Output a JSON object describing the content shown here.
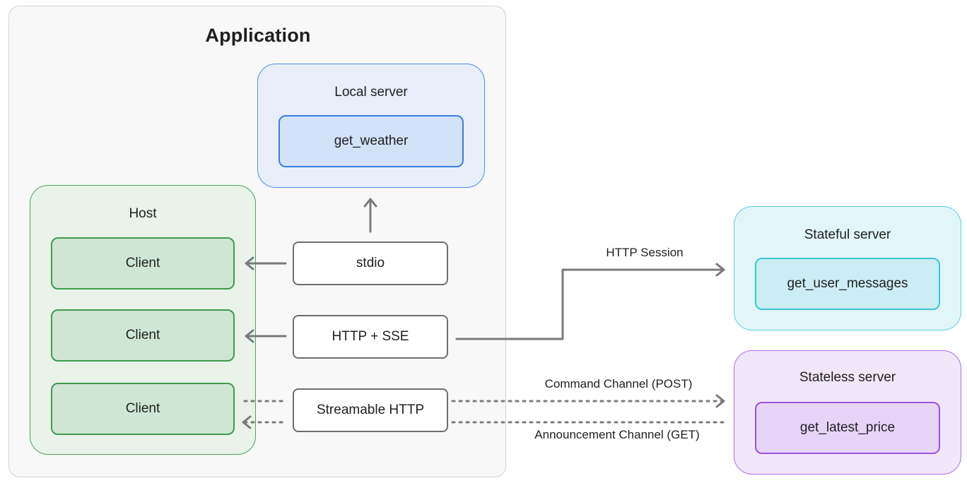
{
  "application": {
    "title": "Application"
  },
  "local_server": {
    "title": "Local server",
    "tool": "get_weather"
  },
  "host": {
    "title": "Host",
    "clients": [
      "Client",
      "Client",
      "Client"
    ]
  },
  "transports": {
    "stdio": "stdio",
    "http_sse": "HTTP + SSE",
    "streamable_http": "Streamable HTTP"
  },
  "stateful_server": {
    "title": "Stateful server",
    "tool": "get_user_messages"
  },
  "stateless_server": {
    "title": "Stateless server",
    "tool": "get_latest_price"
  },
  "edges": {
    "http_session": "HTTP Session",
    "command_channel": "Command Channel (POST)",
    "announcement_channel": "Announcement Channel (GET)"
  },
  "colors": {
    "local_border": "#4c8ee8",
    "host_border": "#4ca65a",
    "stateful_border": "#5ccfdf",
    "stateless_border": "#aa6fe3",
    "arrow": "#7a7a7a"
  }
}
